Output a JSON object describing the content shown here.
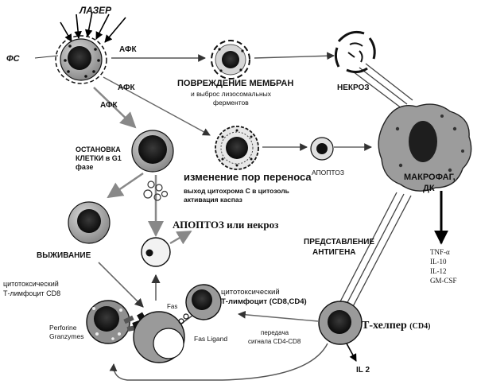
{
  "labels": {
    "laser": "ЛАЗЕР",
    "fs": "ФС",
    "afk_1": "АФК",
    "afk_2": "АФК",
    "afk_3": "АФК",
    "membrane_title": "ПОВРЕЖДЕНИЕ МЕМБРАН",
    "membrane_sub1": "и выброс лизосомальных",
    "membrane_sub2": "ферментов",
    "necrosis": "НЕКРОЗ",
    "arrest_1": "ОСТАНОВКА",
    "arrest_2": "КЛЕТКИ в G1",
    "arrest_3": "фазе",
    "pores_title": "изменение пор переноса",
    "pores_sub1": "выход цитохрома С в цитозоль",
    "pores_sub2": "активация каспаз",
    "apoptosis": "АПОПТОЗ",
    "macrophage_1": "МАКРОФАГ,",
    "macrophage_2": "ДК",
    "apoptosis_or_necrosis": "АПОПТОЗ или некроз",
    "survival": "ВЫЖИВАНИЕ",
    "antigen_1": "ПРЕДСТАВЛЕНИЕ",
    "antigen_2": "АНТИГЕНА",
    "cytokine_1": "TNF-α",
    "cytokine_2": "IL-10",
    "cytokine_3": "IL-12",
    "cytokine_4": "GM-CSF",
    "ctl_left_1": "цитотоксический",
    "ctl_left_2": "Т-лимфоцит CD8",
    "perforine": "Perforine",
    "granzymes": "Granzymes",
    "fas": "Fas",
    "fas_ligand": "Fas Ligand",
    "ctl_mid_1": "цитотоксический",
    "ctl_mid_2": "Т-лимфоцит (CD8,CD4)",
    "transfer_1": "передача",
    "transfer_2": "сигнала CD4-CD8",
    "thelper_main": "Т-хелпер",
    "thelper_cd4": "(CD4)",
    "il2": "IL 2"
  }
}
